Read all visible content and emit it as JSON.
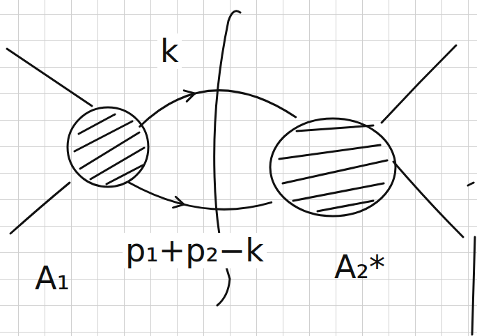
{
  "diagram": {
    "nodes": [
      {
        "text": [
          "A₁"
        ]
      },
      {
        "text": [
          "A₂*"
        ]
      }
    ],
    "edges": [
      {
        "from": 0,
        "to": 1,
        "arrow": "to",
        "label": "k"
      },
      {
        "from": 0,
        "to": 1,
        "arrow": "to",
        "label": "p₁+p₂−k"
      }
    ]
  }
}
